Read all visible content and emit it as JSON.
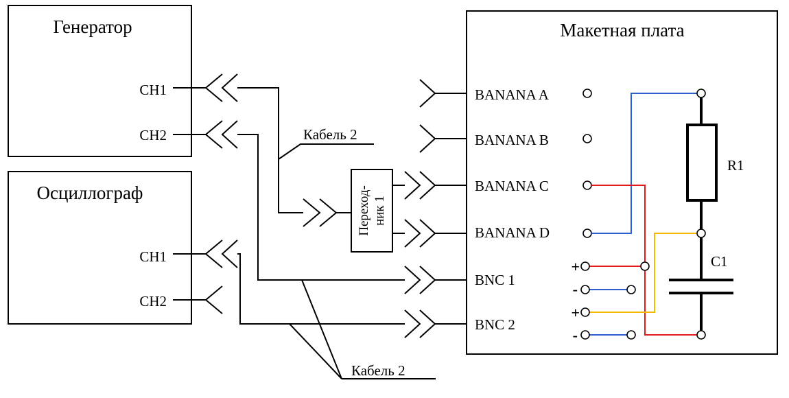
{
  "generator": {
    "title": "Генератор",
    "ch1": "CH1",
    "ch2": "CH2"
  },
  "oscilloscope": {
    "title": "Осциллограф",
    "ch1": "CH1",
    "ch2": "CH2"
  },
  "board": {
    "title": "Макетная плата",
    "banana_a": "BANANA A",
    "banana_b": "BANANA B",
    "banana_c": "BANANA C",
    "banana_d": "BANANA D",
    "bnc1": "BNC 1",
    "bnc2": "BNC 2",
    "r1": "R1",
    "c1": "C1",
    "plus": "+",
    "minus": "-"
  },
  "cable_top": "Кабель 2",
  "cable_bottom": "Кабель 2",
  "adapter": {
    "line1": "Переход-",
    "line2": "ник 1"
  },
  "colors": {
    "blue": "#2b5fcf",
    "red": "#e31a1c",
    "yellow": "#f5b800"
  }
}
